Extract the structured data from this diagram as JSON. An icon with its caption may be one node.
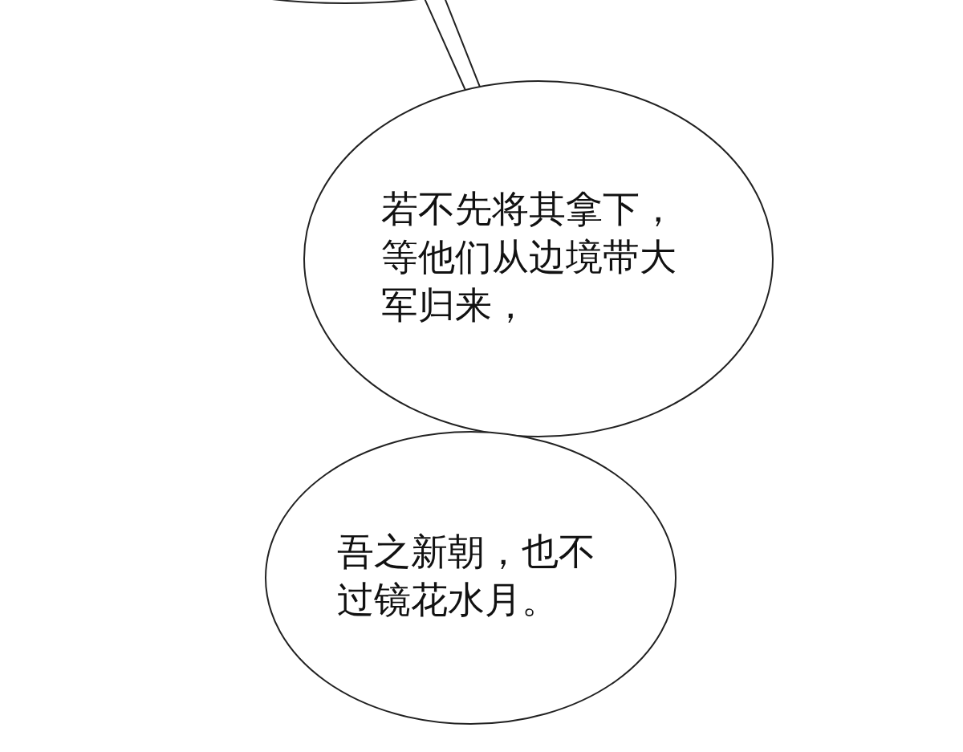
{
  "diagram": {
    "nodes": [
      {
        "text": [],
        "shape": "ellipse"
      },
      {
        "text": [
          "若不先将其拿下，等他们从边境带大军归来，"
        ]
      },
      {
        "text": [
          "吾之新朝，也不过镜花水月。"
        ]
      }
    ],
    "edges": [
      {
        "from": 0,
        "to": 1,
        "arrow": "none"
      }
    ]
  }
}
